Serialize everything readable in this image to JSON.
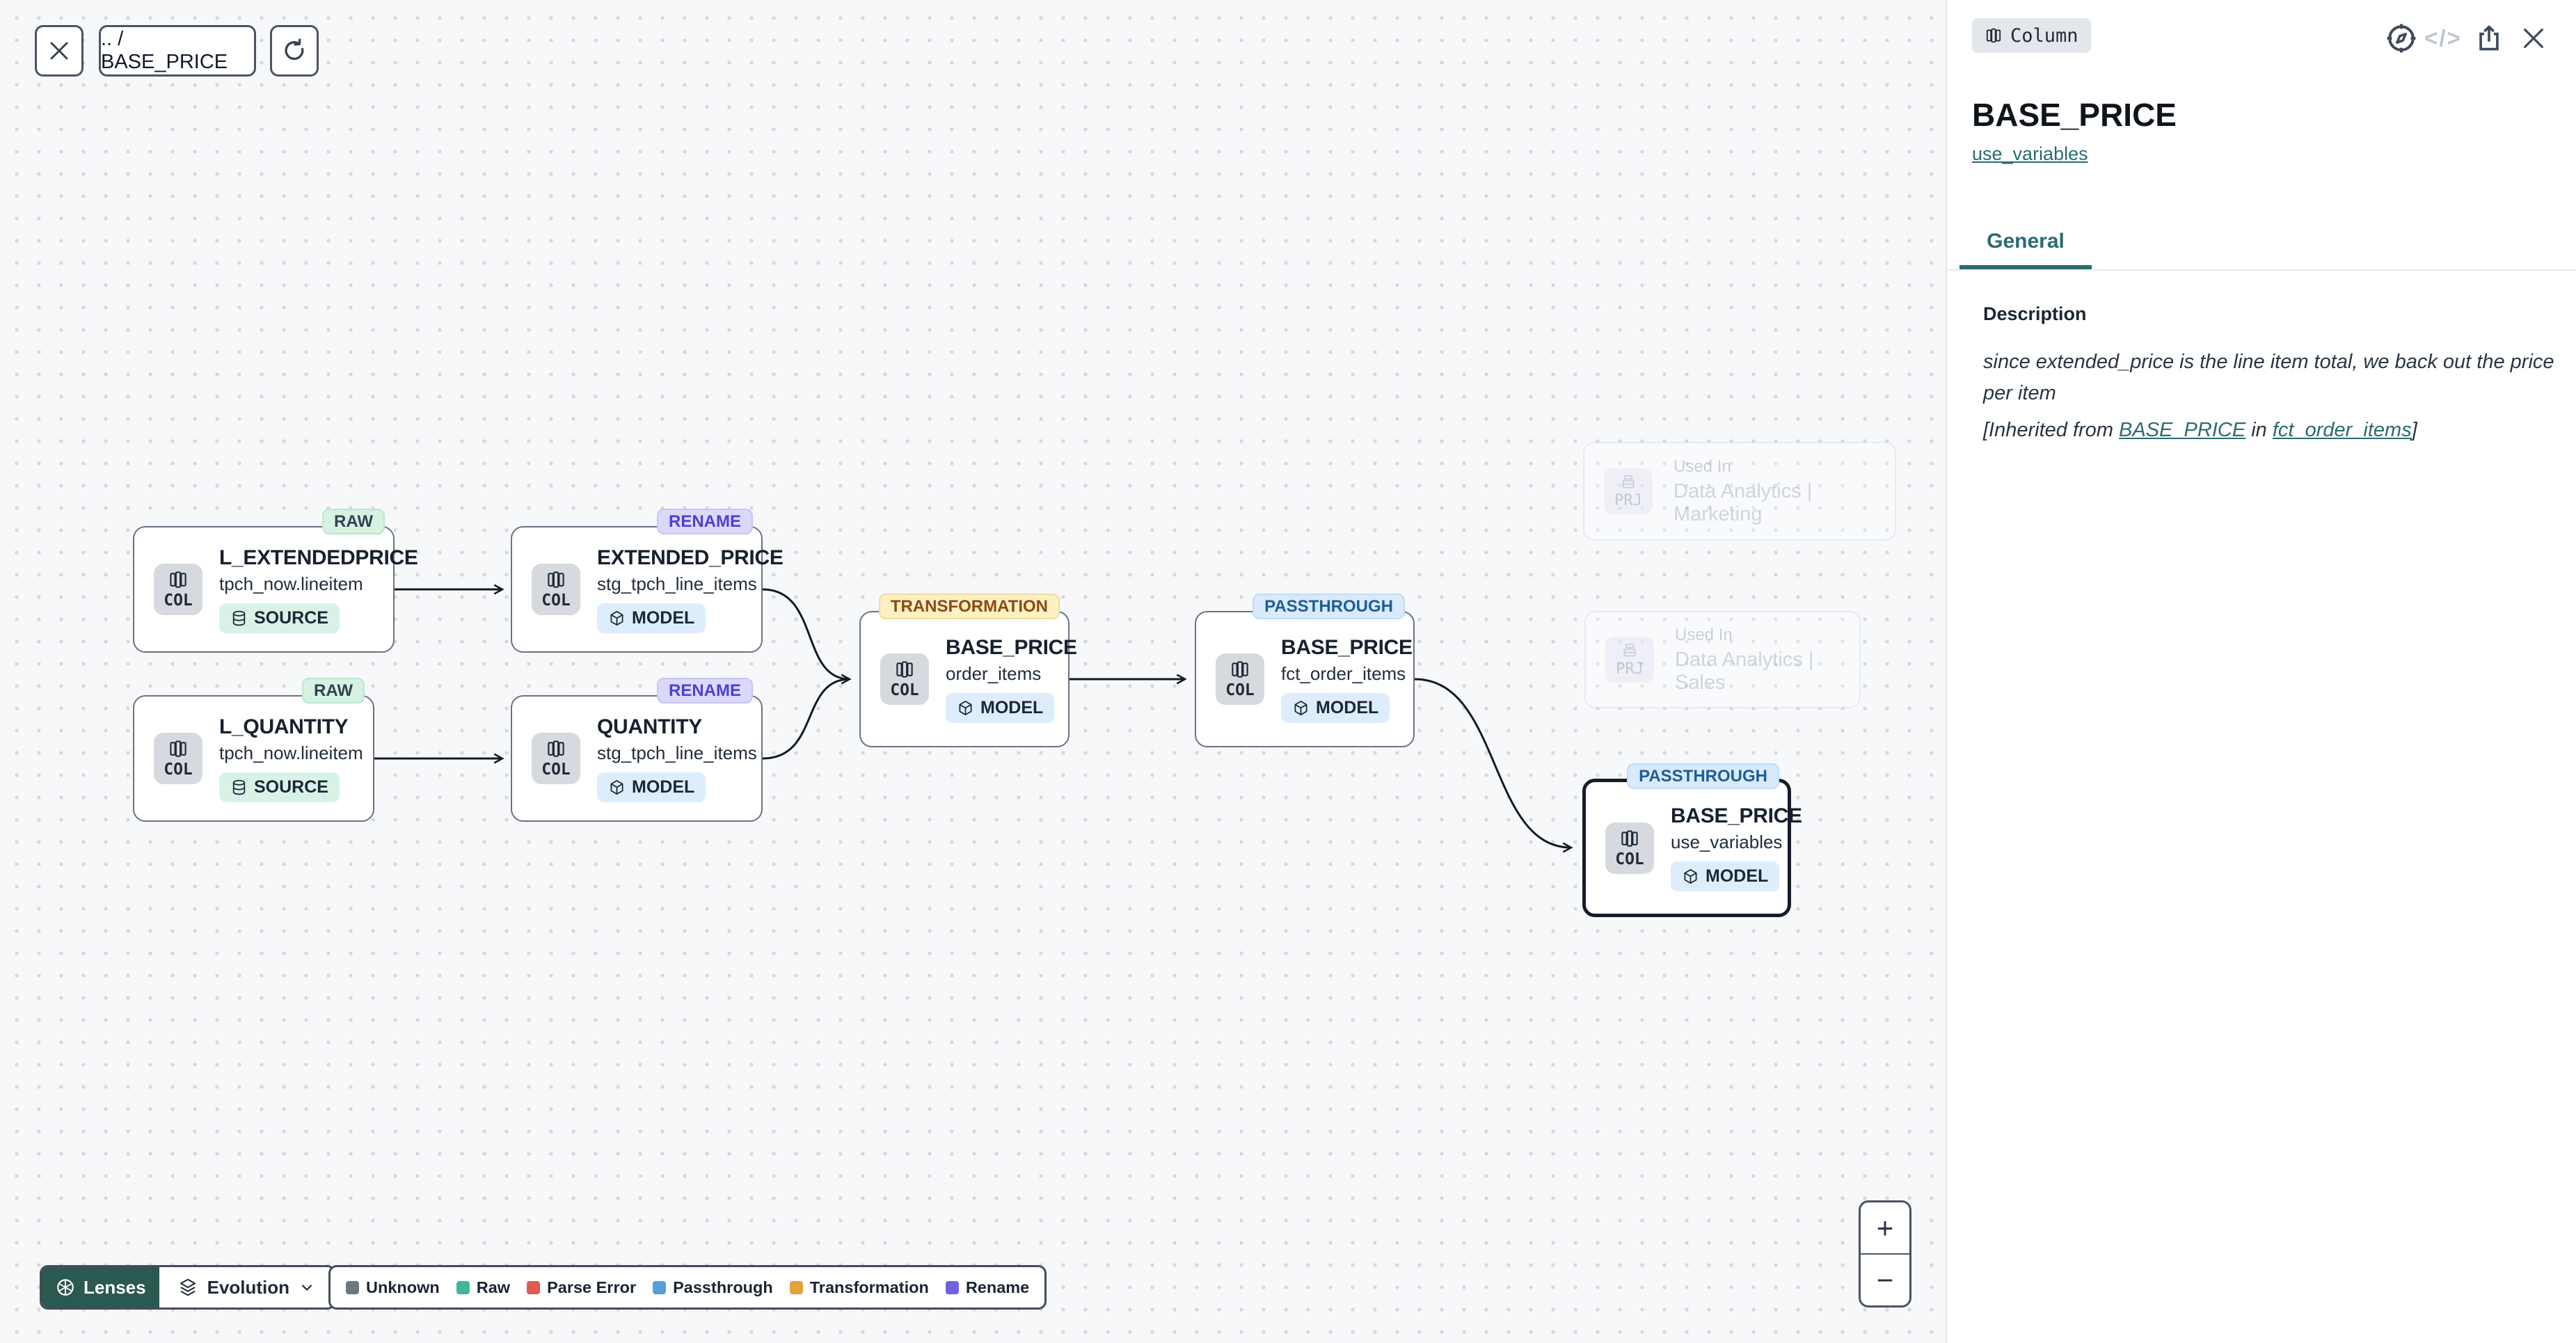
{
  "toolbar": {
    "breadcrumb": ".. / BASE_PRICE"
  },
  "panel": {
    "type_badge": "Column",
    "title": "BASE_PRICE",
    "model_link": "use_variables",
    "tab": "General",
    "section_label": "Description",
    "description": "since extended_price is the line item total, we back out the price per item",
    "inherited": {
      "prefix": "[Inherited from ",
      "link_column": "BASE_PRICE",
      "middle": " in ",
      "link_model": "fct_order_items",
      "suffix": "]"
    }
  },
  "canvas": {
    "nodes": [
      {
        "badge": "RAW",
        "chip": "COL",
        "title": "L_EXTENDEDPRICE",
        "subtitle": "tpch_now.lineitem",
        "kind": "SOURCE"
      },
      {
        "badge": "RENAME",
        "chip": "COL",
        "title": "EXTENDED_PRICE",
        "subtitle": "stg_tpch_line_items",
        "kind": "MODEL"
      },
      {
        "badge": "RAW",
        "chip": "COL",
        "title": "L_QUANTITY",
        "subtitle": "tpch_now.lineitem",
        "kind": "SOURCE"
      },
      {
        "badge": "RENAME",
        "chip": "COL",
        "title": "QUANTITY",
        "subtitle": "stg_tpch_line_items",
        "kind": "MODEL"
      },
      {
        "badge": "TRANSFORMATION",
        "chip": "COL",
        "title": "BASE_PRICE",
        "subtitle": "order_items",
        "kind": "MODEL"
      },
      {
        "badge": "PASSTHROUGH",
        "chip": "COL",
        "title": "BASE_PRICE",
        "subtitle": "fct_order_items",
        "kind": "MODEL"
      },
      {
        "badge": "PASSTHROUGH",
        "chip": "COL",
        "title": "BASE_PRICE",
        "subtitle": "use_variables",
        "kind": "MODEL"
      }
    ],
    "ghosts": [
      {
        "chip": "PRJ",
        "label": "Used In",
        "name": "Data Analytics | Marketing"
      },
      {
        "chip": "PRJ",
        "label": "Used In",
        "name": "Data Analytics | Sales"
      }
    ]
  },
  "footer": {
    "lenses": "Lenses",
    "lens_selected": "Evolution",
    "legend": [
      {
        "label": "Unknown",
        "color": "#6e7681"
      },
      {
        "label": "Raw",
        "color": "#41b699"
      },
      {
        "label": "Parse Error",
        "color": "#dd5c54"
      },
      {
        "label": "Passthrough",
        "color": "#54a0dc"
      },
      {
        "label": "Transformation",
        "color": "#e3a23c"
      },
      {
        "label": "Rename",
        "color": "#6f62e0"
      }
    ]
  },
  "zoom": {
    "in": "+",
    "out": "−"
  },
  "icons": {
    "close": "✕",
    "code": "</>"
  },
  "colors": {
    "accent_teal": "#2a6b70",
    "lenses_bg": "#2b584f",
    "edge": "#151a21",
    "selected_border": "#161d29"
  }
}
